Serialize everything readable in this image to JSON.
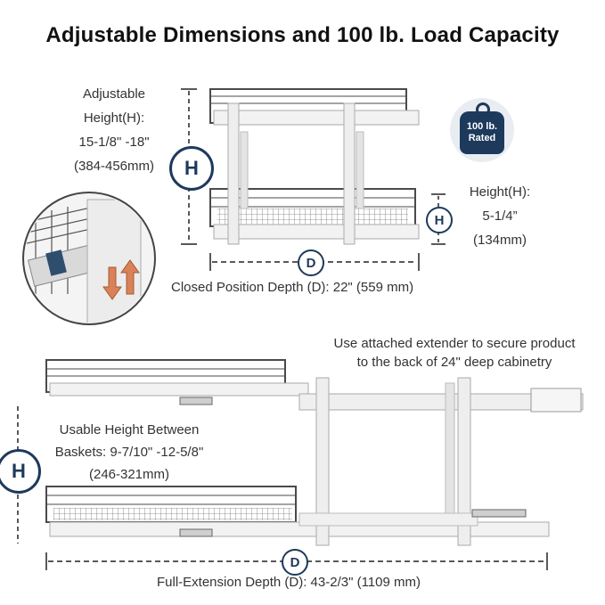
{
  "title": "Adjustable Dimensions and 100 lb. Load Capacity",
  "adjustable_height": {
    "lines": [
      "Adjustable",
      "Height(H):",
      "15-1/8\" -18\"",
      "(384-456mm)"
    ]
  },
  "basket_height": {
    "lines": [
      "Height(H):",
      "5-1/4”",
      "(134mm)"
    ]
  },
  "usable_height": {
    "lines": [
      "Usable Height Between",
      "Baskets: 9-7/10\" -12-5/8\"",
      "(246-321mm)"
    ]
  },
  "extender_note": {
    "lines": [
      "Use attached extender to secure product",
      "to the back of 24\" deep cabinetry"
    ]
  },
  "closed_depth": "Closed Position Depth (D): 22\" (559 mm)",
  "full_depth": "Full-Extension Depth (D): 43-2/3\" (1109 mm)",
  "capacity_badge": {
    "line1": "100 lb.",
    "line2": "Rated"
  },
  "markers": {
    "height": "H",
    "depth": "D"
  },
  "colors": {
    "badge": "#1d3a5c",
    "wire": "#4a4a4a",
    "frame": "#e6e6e6"
  }
}
